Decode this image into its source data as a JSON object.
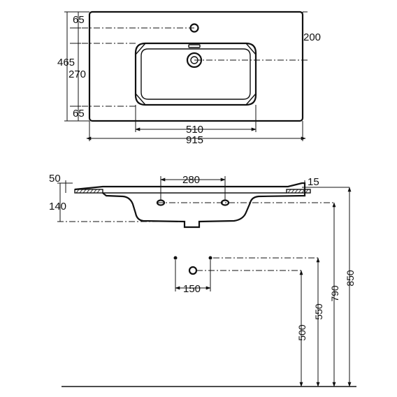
{
  "top_view": {
    "dims": {
      "top_offset": "65",
      "left_height": "465",
      "bowl_height": "270",
      "bottom_offset": "65",
      "right_height": "200",
      "bowl_width": "510",
      "overall_width": "915"
    }
  },
  "side_view": {
    "dims": {
      "rim_thickness": "50",
      "body_height": "140",
      "tap_spacing": "280",
      "rim_edge": "15",
      "waste_spacing": "150",
      "height_500": "500",
      "height_550": "550",
      "height_790": "790",
      "height_850": "850"
    }
  }
}
